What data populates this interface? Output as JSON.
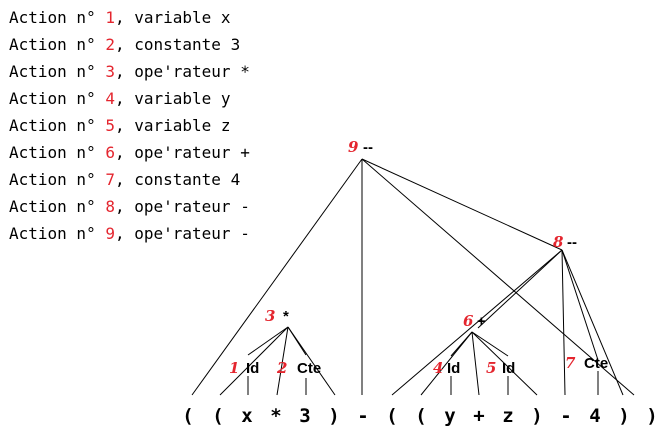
{
  "actions": [
    {
      "prefix": "Action n° ",
      "num": "1",
      "text": ", variable x"
    },
    {
      "prefix": "Action n° ",
      "num": "2",
      "text": ", constante 3"
    },
    {
      "prefix": "Action n° ",
      "num": "3",
      "text": ", ope'rateur *"
    },
    {
      "prefix": "Action n° ",
      "num": "4",
      "text": ", variable y"
    },
    {
      "prefix": "Action n° ",
      "num": "5",
      "text": ", variable z"
    },
    {
      "prefix": "Action n° ",
      "num": "6",
      "text": ", ope'rateur +"
    },
    {
      "prefix": "Action n° ",
      "num": "7",
      "text": ", constante 4"
    },
    {
      "prefix": "Action n° ",
      "num": "8",
      "text": ", ope'rateur -"
    },
    {
      "prefix": "Action n° ",
      "num": "9",
      "text": ", ope'rateur -"
    }
  ],
  "tree": {
    "nodes": {
      "n9": {
        "num": "9",
        "op": "--"
      },
      "n8": {
        "num": "8",
        "op": "--"
      },
      "n3": {
        "num": "3",
        "op": "*"
      },
      "n6": {
        "num": "6",
        "op": "+"
      },
      "l1": {
        "num": "1",
        "op": "Id"
      },
      "l2": {
        "num": "2",
        "op": "Cte"
      },
      "l4": {
        "num": "4",
        "op": "Id"
      },
      "l5": {
        "num": "5",
        "op": "Id"
      },
      "l7": {
        "num": "7",
        "op": "Cte"
      }
    },
    "tokens": [
      "(",
      "(",
      "x",
      "*",
      "3",
      ")",
      "-",
      "(",
      "(",
      "y",
      "+",
      "z",
      ")",
      "-",
      "4",
      ")",
      ")"
    ]
  },
  "colors": {
    "number": "#e4252e",
    "text": "#000000"
  }
}
